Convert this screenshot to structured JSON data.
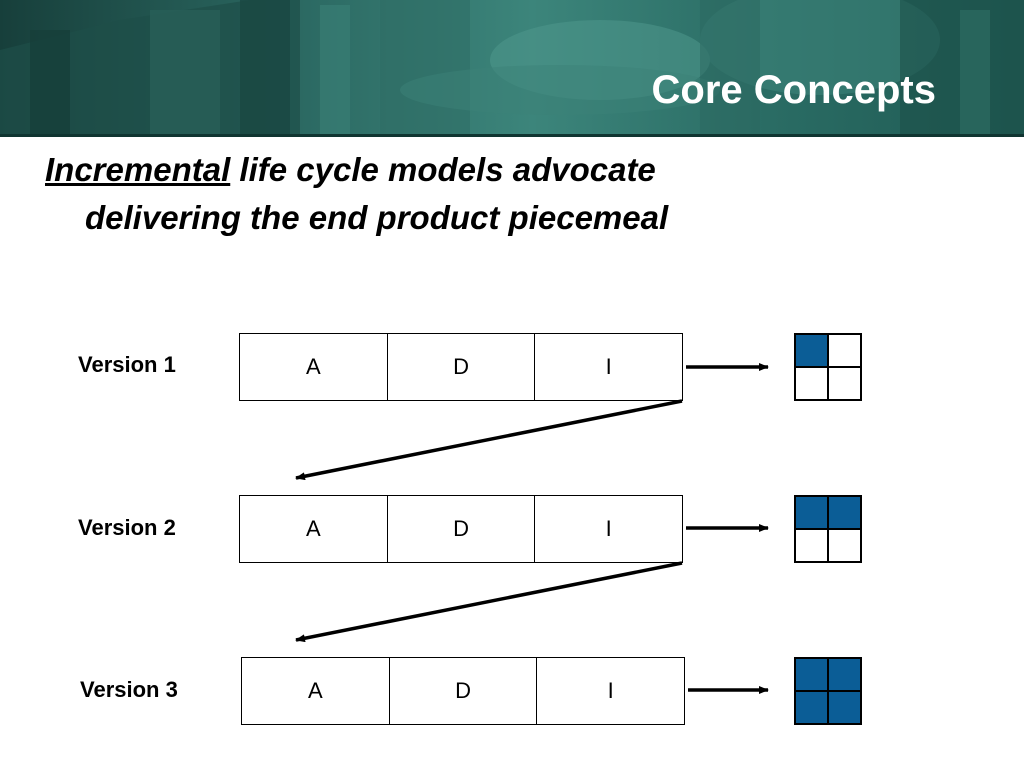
{
  "header": {
    "title": "Core Concepts"
  },
  "subtitle": {
    "term": "Incremental",
    "line1_rest": " life cycle models advocate",
    "line2": "delivering the end product piecemeal"
  },
  "colors": {
    "header_teal": "#2c6a63",
    "fill_blue": "#0b5d96",
    "line_black": "#000000"
  },
  "versions": [
    {
      "label": "Version 1",
      "phases": [
        "A",
        "D",
        "I"
      ],
      "filled_quadrants": 1
    },
    {
      "label": "Version 2",
      "phases": [
        "A",
        "D",
        "I"
      ],
      "filled_quadrants": 2
    },
    {
      "label": "Version 3",
      "phases": [
        "A",
        "D",
        "I"
      ],
      "filled_quadrants": 4
    }
  ]
}
